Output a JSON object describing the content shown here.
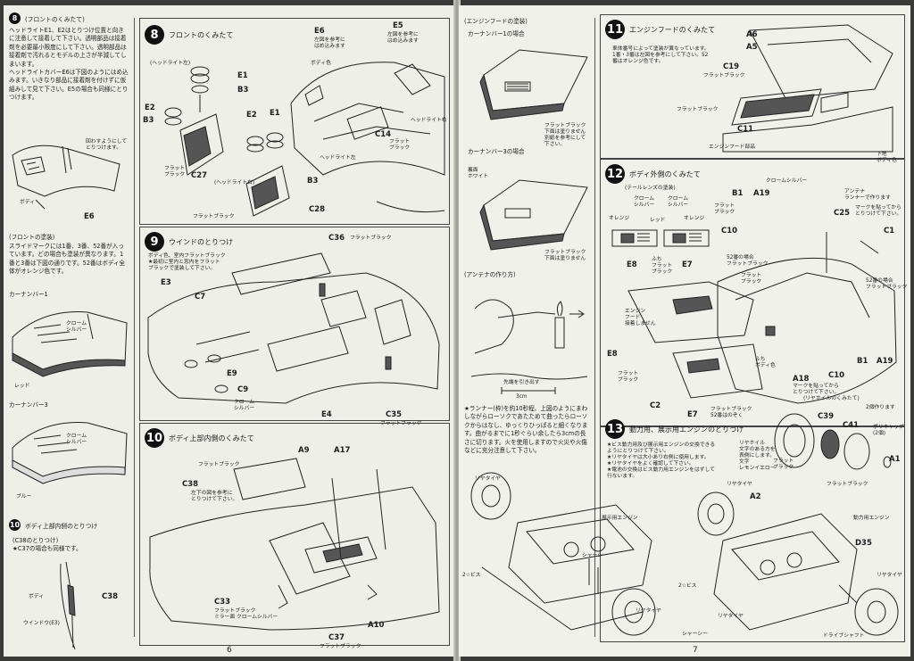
{
  "left_page": {
    "page_number": "6",
    "col1": {
      "step8_note_num": "8",
      "step8_note_title": "(フロントのくみたて)",
      "step8_note_body": "ヘッドライトE1、E2はとりつけ位置と向きに注意して接着して下さい。透明部品は接着剤を必要最小限度にして下さい。透明部品は接着剤で汚れるとモデルの上さが半減してしまいます。\nヘッドライトカバーE6は下図のようにはめ込みます。いきなり部品に接着剤を付けずに仮組みして見て下さい。E5の場合も同様にとりつけます。",
      "fit_note": "回わすようにして\nとりつけます。",
      "label_body": "ボディ",
      "label_e6": "E6",
      "paint_title": "(フロントの塗装)",
      "paint_body": "スライドマークには1番、3番、52番が入っています。どの場合も塗装が異なります。1番と3番は下図の通りです。52番はボディ全体がオレンジ色です。",
      "car1_title": "カーナンバー1",
      "car1_chrome": "クローム\nシルバー",
      "car1_red": "レッド",
      "car3_title": "カーナンバー3",
      "car3_chrome": "クローム\nシルバー",
      "car3_blue": "ブルー",
      "step10_note_num": "10",
      "step10_note_title": "ボディ上部内側のとりつけ",
      "step10_note_body": "(C38のとりつけ)\n★C37の場合も同様です。",
      "label_body2": "ボディ",
      "label_c38": "C38",
      "label_window": "ウインドウ(E3)"
    },
    "step8": {
      "num": "8",
      "title": "フロントのくみたて",
      "headlight_label": "(ヘッドライト左)",
      "headlight_right_label": "(ヘッドライト右)",
      "body_color": "ボディ色",
      "e6_note": "左図を参考に\nはめ込みます",
      "e5_note": "左図を参考に\nはめ込みます",
      "flat_black": "フラット\nブラック",
      "headlight_r": "ヘッドライト右",
      "headlight_l": "ヘッドライト左",
      "flat_black_c27": "フラット\nブラック",
      "flat_black_c28": "フラットブラック",
      "parts": [
        "E1",
        "B3",
        "E2",
        "B3",
        "C27",
        "E2",
        "E1",
        "B3",
        "C28",
        "E6",
        "E5",
        "C14"
      ]
    },
    "step9": {
      "num": "9",
      "title": "ウインドのとりつけ",
      "note": "ボディ色、室内フラットブラック\n★最初に室内と窓内をフラット\nブラックで塗装して下さい。",
      "parts": [
        "E3",
        "C7",
        "C36",
        "E9",
        "C9",
        "E4",
        "C35"
      ],
      "c36_color": "フラットブラック",
      "chrome": "クローム\nシルバー",
      "c35_color": "フラットブラック"
    },
    "step10": {
      "num": "10",
      "title": "ボディ上部内側のくみたて",
      "flat_black": "フラットブラック",
      "c38_note": "左下の図を参考に\nとりつけて下さい。",
      "parts": [
        "A9",
        "A17",
        "C38",
        "C33",
        "C37",
        "A10"
      ],
      "c33_color": "フラットブラック\nミラー面 クロームシルバー",
      "c37_color": "フラットブラック"
    }
  },
  "right_page": {
    "page_number": "7",
    "col1": {
      "hood_paint_title": "(エンジンフードの塗装)",
      "car1": "カーナンバー1の場合",
      "car1_note": "フラットブラック\n下面は塗りません\n別紙を参考にして\n下さい。",
      "car3": "カーナンバー3の場合",
      "car3_side": "裏面\nホワイト",
      "car3_note": "フラットブラック\n下面は塗りません",
      "antenna_title": "(アンテナの作り方)",
      "antenna_cut": "先端を引き出す",
      "antenna_len": "3cm",
      "antenna_body": "★ランナー(枠)を約10秒程、上図のようにまわしながらローソクであたためて曲ったらローソクからはなし、ゆっくりひっぱると細くなります。曲がるまでに1秒ぐらい余したら3cmの長さに切ります。火を使用しますので火災や火傷などに充分注意して下さい。"
    },
    "step11": {
      "num": "11",
      "title": "エンジンフードのくみたて",
      "note": "車体番号によって塗装が異なっています。1番・3番は左図を参考にして下さい。52番はオレンジ色です。",
      "flat_black": "フラットブラック",
      "flat_black2": "フラットブラック",
      "hood_part": "エンジンフード部品",
      "bottom_color": "下地\nボディ色",
      "parts": [
        "A6",
        "A5",
        "C19",
        "C11"
      ]
    },
    "step12": {
      "num": "12",
      "title": "ボディ外側のくみたて",
      "tail_title": "(テールレンズの塗装)",
      "chrome": "クローム\nシルバー",
      "orange": "オレンジ",
      "red": "レッド",
      "flat_black": "ふち\nフラット\nブラック",
      "chrome_silver": "クロームシルバー",
      "antenna_note": "アンテナ\nランナーで作ります",
      "c25_note": "マークを貼ってから\nとりつけて下さい。",
      "case52": "52番の場合\nフラットブラック",
      "case52b": "52番の場合\nフラットブラック",
      "engine_hood": "エンジン\nフード\n接着しません",
      "a18_note": "マークを貼ってから\nとりつけて下さい。",
      "e7_note": "フラットブラック\n52番はのぞく",
      "body_color": "ふち\nボディ色",
      "parts": [
        "B1",
        "A19",
        "C25",
        "C1",
        "C10",
        "E8",
        "E7",
        "C2",
        "A18",
        "C10",
        "B1",
        "A19"
      ]
    },
    "step13": {
      "num": "13",
      "title": "動力用、展示用エンジンのとりつけ",
      "note": "★ビス動力用及び展示用エンジンの交換できるようにとりつけて下さい。\n★リヤタイヤは大小あり右側に使用します。\n★リヤタイヤをよく確認して下さい。\n★電池の交換はビス動力用エンジンをはずして行ないます。",
      "wheel_title": "(リヤホイルのくみたて)",
      "wheel_note": "2個作ります",
      "poly_cap": "ポリキャップ\n(2個)",
      "rear_tire": "リヤタイヤ",
      "display_engine": "展示用エンジン",
      "chassis": "シャーシー",
      "screw": "2☆ビス",
      "power_engine": "動力用エンジン",
      "drive_shaft": "ドライブシャフト",
      "wheel_colors": "リヤホイル\n文字のある方を\n表側にします。\n文字\nレモンイエロー",
      "flat_black": "フラット\nブラック",
      "flat_black2": "フラットブラック",
      "parts": [
        "C39",
        "C41",
        "A1",
        "A2",
        "D35"
      ]
    }
  }
}
